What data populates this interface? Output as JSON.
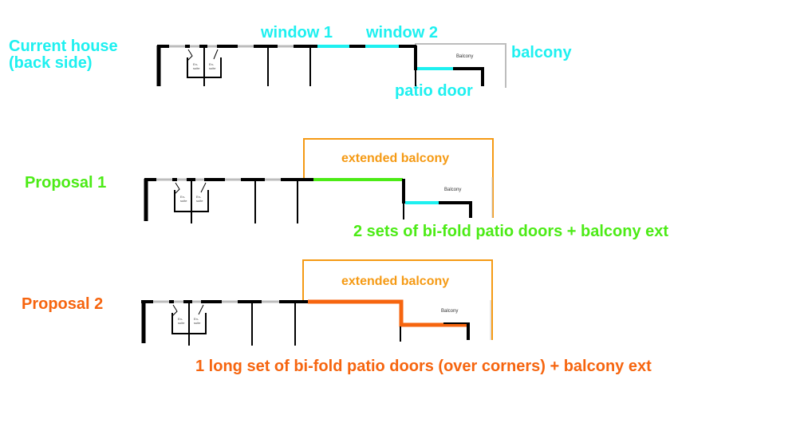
{
  "colors": {
    "current": "#1ef0f0",
    "proposal1": "#4ceb16",
    "proposal2": "#f6650f",
    "extension": "#f59a14",
    "wall": "#000000",
    "old_window": "#bdbdbd"
  },
  "current": {
    "title_line1": "Current house",
    "title_line2": "(back side)",
    "window1_label": "window 1",
    "window2_label": "window 2",
    "balcony_label": "balcony",
    "patio_door_label": "patio door",
    "room_balcony": "Balcony",
    "ensuite_a_line1": "En-",
    "ensuite_a_line2": "suite",
    "ensuite_b_line1": "En-",
    "ensuite_b_line2": "suite"
  },
  "proposal1": {
    "title": "Proposal 1",
    "extension_label": "extended balcony",
    "room_balcony": "Balcony",
    "description": "2 sets of bi-fold patio doors + balcony ext",
    "ensuite_a_line1": "En-",
    "ensuite_a_line2": "suite",
    "ensuite_b_line1": "En-",
    "ensuite_b_line2": "suite"
  },
  "proposal2": {
    "title": "Proposal 2",
    "extension_label": "extended balcony",
    "room_balcony": "Balcony",
    "description": "1 long set of bi-fold patio doors (over corners) + balcony ext",
    "ensuite_a_line1": "En-",
    "ensuite_a_line2": "suite",
    "ensuite_b_line1": "En-",
    "ensuite_b_line2": "suite"
  }
}
